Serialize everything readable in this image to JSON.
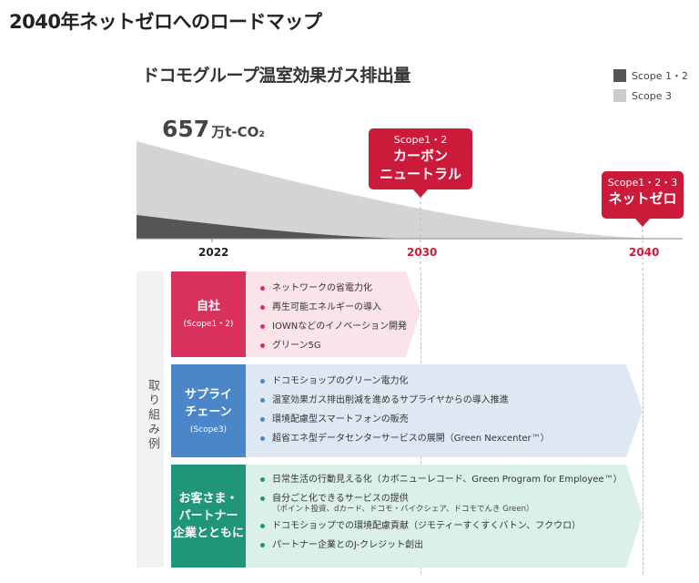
{
  "page_title": "2040年ネットゼロへのロードマップ",
  "chart": {
    "title": "ドコモグループ温室効果ガス排出量",
    "legend": [
      {
        "label": "Scope 1・2",
        "color": "#555555"
      },
      {
        "label": "Scope 3",
        "color": "#cccccc"
      }
    ],
    "value_number": "657",
    "value_unit": "万t-CO₂",
    "years": [
      "2022",
      "2030",
      "2040"
    ],
    "callout_2030": {
      "scope": "Scope1・2",
      "line1": "カーボン",
      "line2": "ニュートラル"
    },
    "callout_2040": {
      "scope": "Scope1・2・3",
      "line1": "ネットゼロ"
    },
    "colors": {
      "accent": "#cc1a3a",
      "scope12": "#555555",
      "scope3": "#cccccc"
    }
  },
  "initiatives_label": "取り組み例",
  "rows": [
    {
      "title": "自社",
      "subtitle": "(Scope1・2)",
      "color": "#d8325c",
      "bg": "#fbe3ea",
      "items": [
        "ネットワークの省電力化",
        "再生可能エネルギーの導入",
        "IOWNなどのイノベーション開発",
        "グリーン5G"
      ]
    },
    {
      "title_line1": "サプライ",
      "title_line2": "チェーン",
      "subtitle": "(Scope3)",
      "color": "#4a86c8",
      "bg": "#dde8f3",
      "items": [
        "ドコモショップのグリーン電力化",
        "温室効果ガス排出削減を進めるサプライヤからの導入推進",
        "環境配慮型スマートフォンの販売",
        "超省エネ型データセンターサービスの展開（Green Nexcenter™）"
      ]
    },
    {
      "title_line1": "お客さま・",
      "title_line2": "パートナー",
      "title_line3": "企業とともに",
      "color": "#1f9679",
      "bg": "#dcf0ea",
      "items": [
        "日常生活の行動見える化（カボニューレコード、Green Program for Employee™）",
        "自分ごと化できるサービスの提供",
        "ドコモショップでの環境配慮貢献（ジモティーすくすくバトン、フクウロ）",
        "パートナー企業とのJ-クレジット創出"
      ],
      "item2_sub": "（ポイント投資、dカード、ドコモ・バイクシェア、ドコモでんき Green）"
    }
  ]
}
